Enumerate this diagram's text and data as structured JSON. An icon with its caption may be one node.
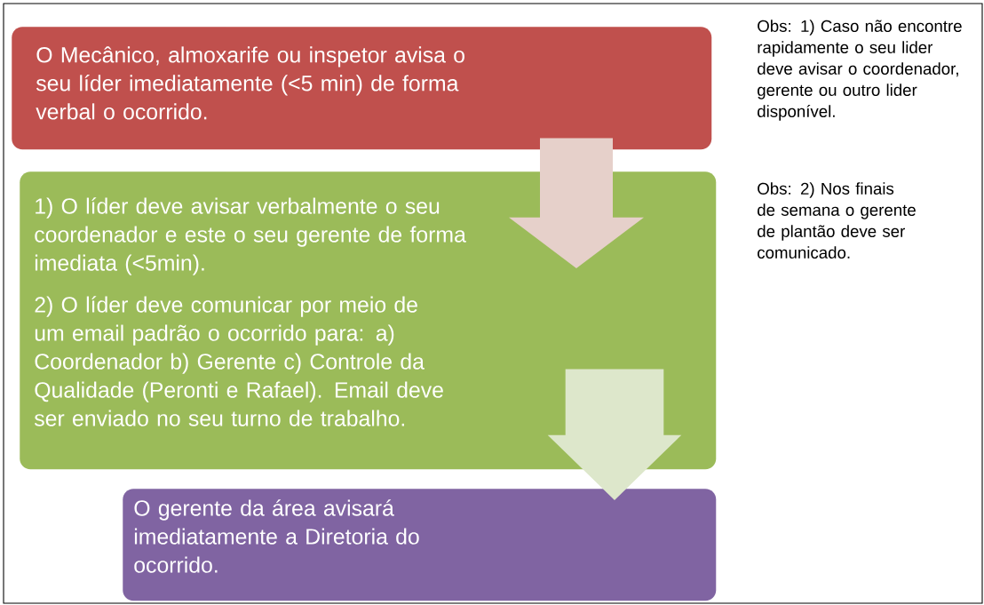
{
  "diagram": {
    "nodes": [
      {
        "text": [
          "O Mecânico, almoxarife ou inspetor avisa o seu líder imediatamente (<5 min) de forma verbal o ocorrido."
        ]
      },
      {
        "text": [
          "1) O líder deve avisar verbalmente o seu coordenador e este o seu gerente de forma imediata (<5min).",
          "2) O líder deve comunicar por meio de um email padrão o ocorrido para: a) Coordenador b) Gerente c) Controle da Qualidade (Peronti e Rafael). Email deve ser enviado no seu turno de trabalho."
        ]
      },
      {
        "text": [
          "O gerente da área avisará imediatamente a Diretoria do ocorrido."
        ]
      }
    ],
    "edges": [
      {
        "from": 0,
        "to": 1,
        "arrow": "to",
        "color": "#e6d0ca"
      },
      {
        "from": 1,
        "to": 2,
        "arrow": "to",
        "color": "#dde7cb"
      }
    ],
    "labels": [
      "Obs: 1) Caso não encontre rapidamente o seu lider deve avisar  o coordenador, gerente ou outro lider disponível.",
      "Obs: 2) Nos finais de semana o gerente de plantão deve ser comunicado."
    ]
  }
}
